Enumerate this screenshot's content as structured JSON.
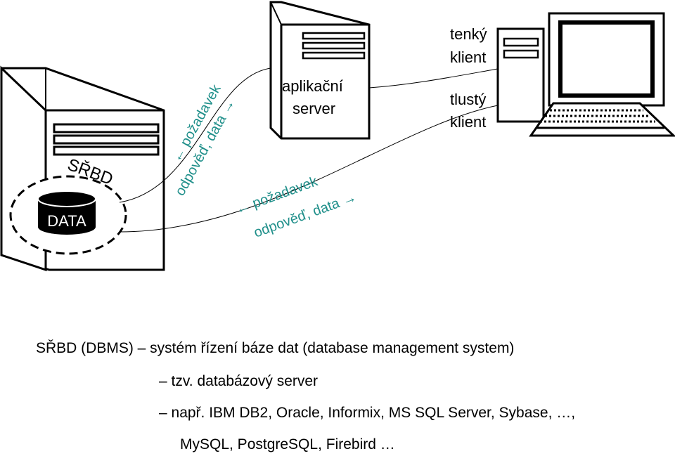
{
  "diagram": {
    "db_server_label": "SŘBD",
    "data_label": "DATA",
    "app_server_label_line1": "aplikační",
    "app_server_label_line2": "server",
    "thin_client_line1": "tenký",
    "thin_client_line2": "klient",
    "thick_client_line1": "tlustý",
    "thick_client_line2": "klient",
    "upper_request": "← požadavek",
    "upper_response": "odpověď, data →",
    "lower_request": "← požadavek",
    "lower_response": "odpověď, data →",
    "arrow_text_color": "#1f8f8a"
  },
  "caption": {
    "line1": "SŘBD (DBMS) – systém řízení báze dat (database management system)",
    "line2": "– tzv. databázový server",
    "line3": "– např. IBM DB2, Oracle, Informix, MS SQL Server, Sybase, …,",
    "line4": "MySQL, PostgreSQL, Firebird …"
  }
}
